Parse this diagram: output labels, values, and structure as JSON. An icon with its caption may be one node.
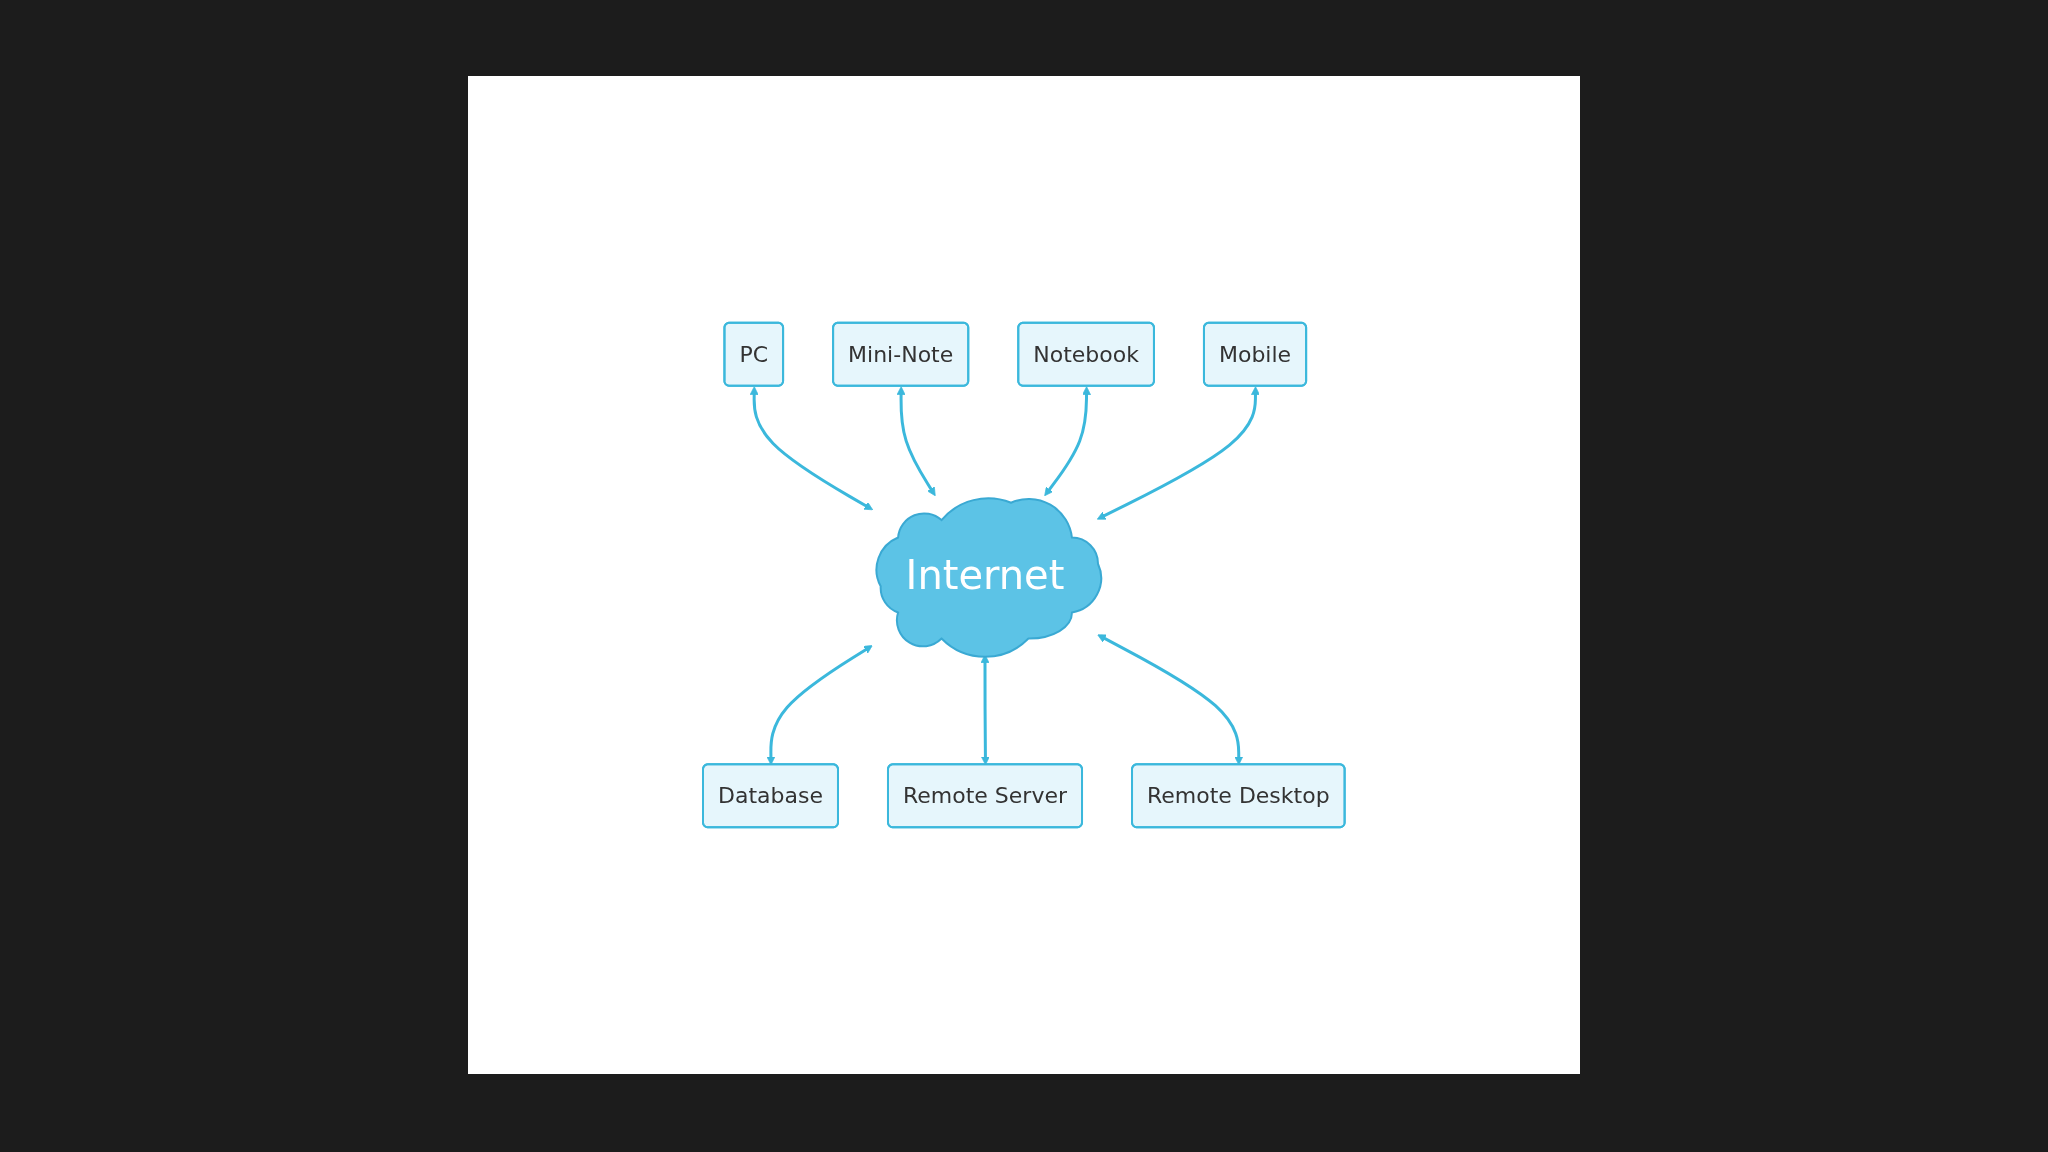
{
  "diagram": {
    "nodes": [
      {
        "text": [
          "PC"
        ]
      },
      {
        "text": [
          "Mini-Note"
        ]
      },
      {
        "text": [
          "Notebook"
        ]
      },
      {
        "text": [
          "Mobile"
        ]
      },
      {
        "text": [
          "Internet"
        ]
      },
      {
        "text": [
          "Database"
        ]
      },
      {
        "text": [
          "Remote Server"
        ]
      },
      {
        "text": [
          "Remote Desktop"
        ]
      }
    ],
    "edges": [
      {
        "from": 0,
        "to": 4,
        "arrow": "both"
      },
      {
        "from": 1,
        "to": 4,
        "arrow": "both"
      },
      {
        "from": 2,
        "to": 4,
        "arrow": "both"
      },
      {
        "from": 3,
        "to": 4,
        "arrow": "both"
      },
      {
        "from": 4,
        "to": 5,
        "arrow": "both"
      },
      {
        "from": 4,
        "to": 6,
        "arrow": "both"
      },
      {
        "from": 4,
        "to": 7,
        "arrow": "both"
      }
    ]
  }
}
